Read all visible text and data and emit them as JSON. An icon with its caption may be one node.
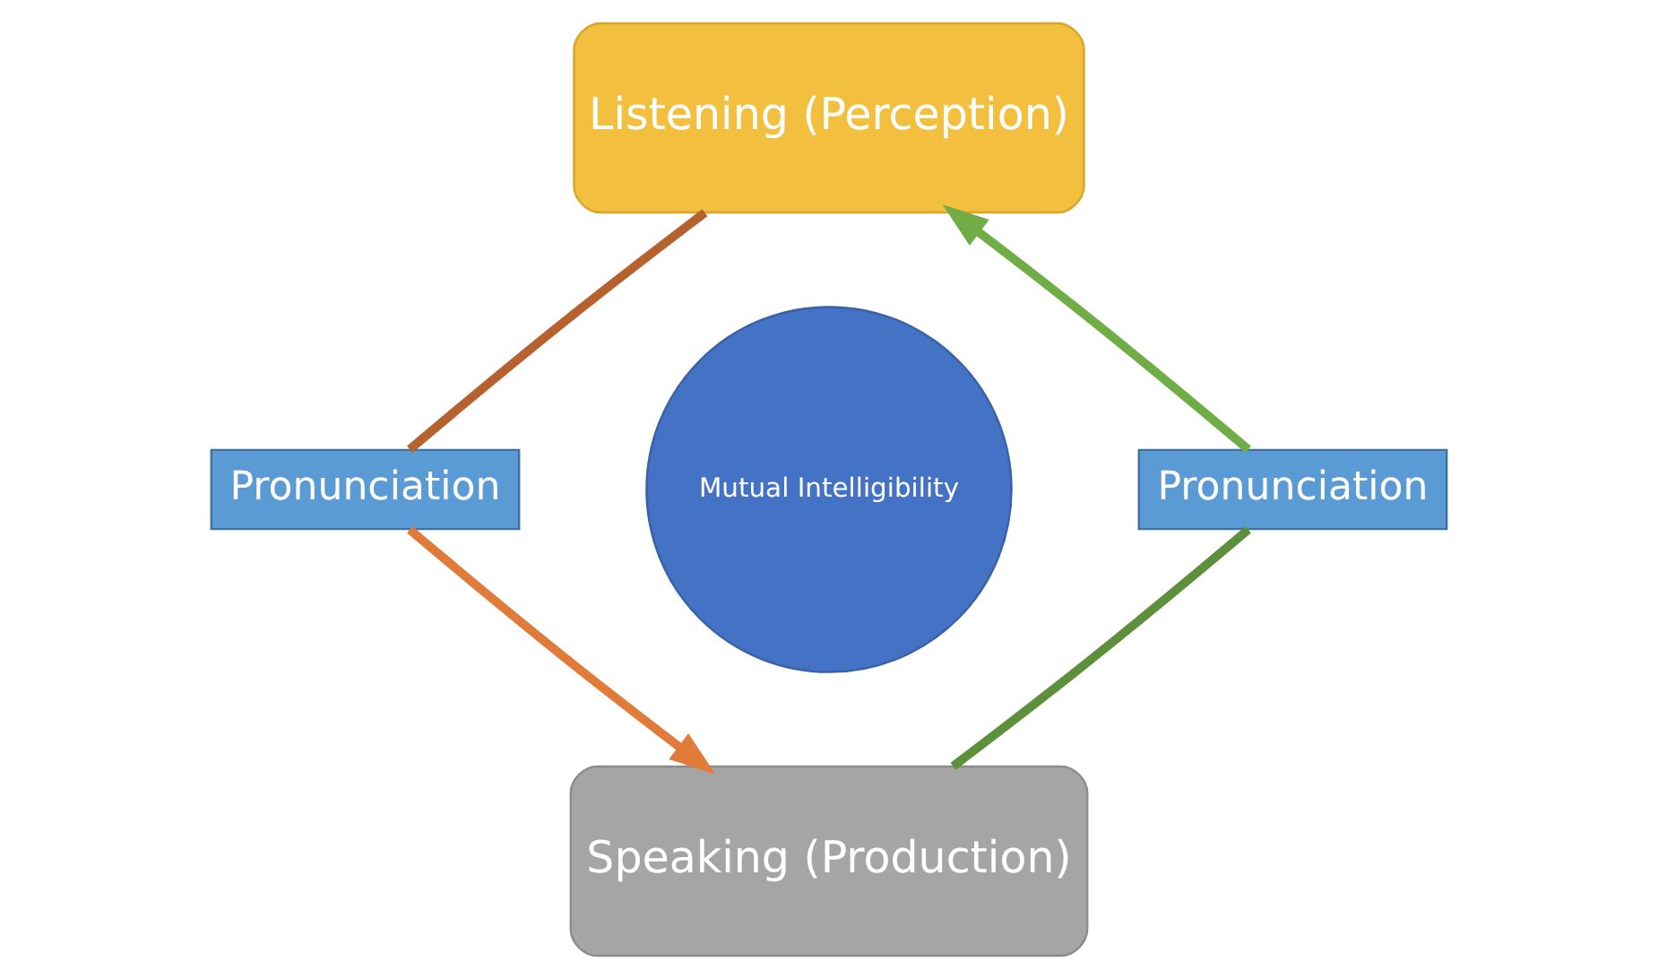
{
  "diagram": {
    "nodes": [
      {
        "text": [
          "Listening (Perception)"
        ]
      },
      {
        "text": [
          "Speaking (Production)"
        ]
      },
      {
        "text": [
          "Mutual Intelligibility"
        ]
      },
      {
        "text": [
          "Pronunciation"
        ]
      },
      {
        "text": [
          "Pronunciation"
        ]
      }
    ],
    "edges": [
      {
        "from": 0,
        "to": 3,
        "arrow": "none",
        "color": "#b5622e"
      },
      {
        "from": 3,
        "to": 1,
        "arrow": "to",
        "color": "#e07b39"
      },
      {
        "from": 1,
        "to": 4,
        "arrow": "none",
        "color": "#5e8f3a"
      },
      {
        "from": 4,
        "to": 0,
        "arrow": "to",
        "color": "#70ad47"
      }
    ]
  }
}
